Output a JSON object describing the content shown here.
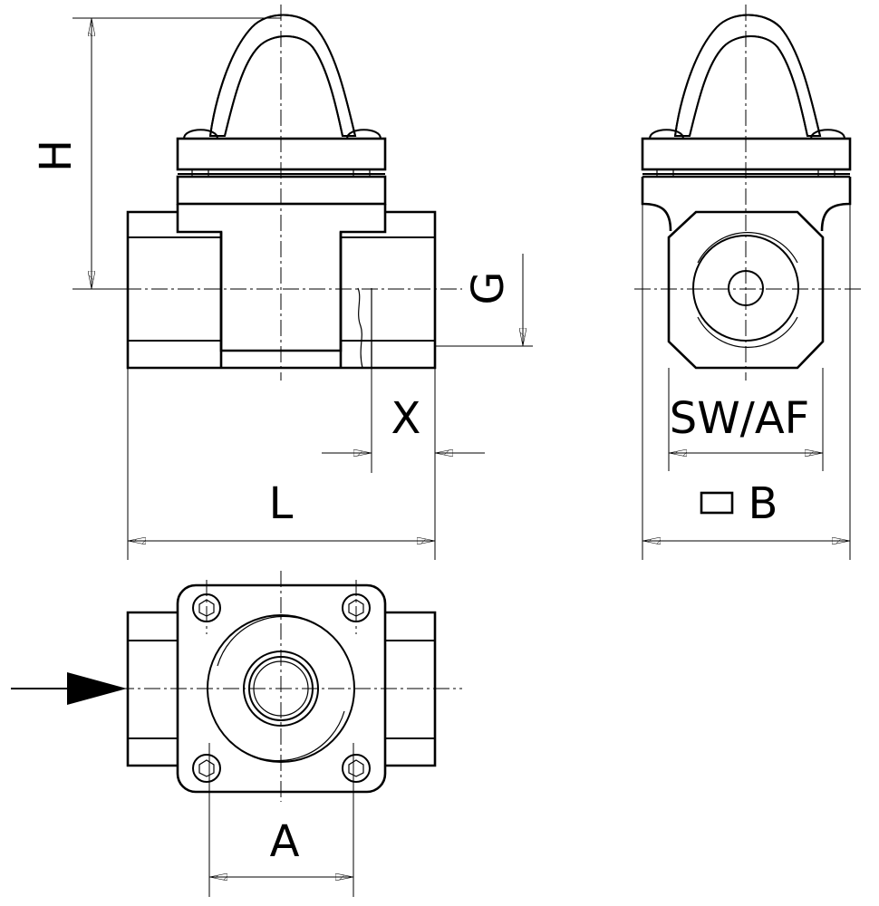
{
  "drawing": {
    "labels": {
      "height": "H",
      "g": "G",
      "x": "X",
      "length": "L",
      "across_flats": "SW/AF",
      "square_b": "B",
      "bolt_spacing": "A"
    },
    "line_color": "#000000",
    "background": "#ffffff"
  }
}
